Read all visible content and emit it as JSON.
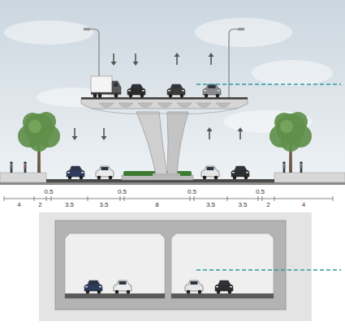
{
  "diagram": {
    "labels": [
      "4",
      "2",
      "0.5",
      "3.5",
      "3.5",
      "0.5",
      "8",
      "0.5",
      "3.5",
      "3.5",
      "0.5",
      "2",
      "4"
    ]
  }
}
